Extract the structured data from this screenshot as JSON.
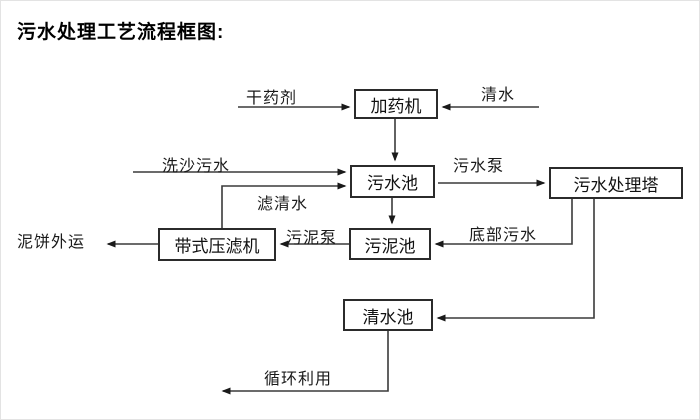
{
  "title": "污水处理工艺流程框图:",
  "nodes": {
    "dosing_machine": {
      "label": "加药机"
    },
    "sewage_pool": {
      "label": "污水池"
    },
    "treatment_tower": {
      "label": "污水处理塔"
    },
    "belt_filter_press": {
      "label": "带式压滤机"
    },
    "sludge_pool": {
      "label": "污泥池"
    },
    "clean_water_pool": {
      "label": "清水池"
    }
  },
  "flow_labels": {
    "dry_chemical": "干药剂",
    "clean_water": "清水",
    "sand_wash_sewage": "洗沙污水",
    "sewage_pump": "污水泵",
    "filtered_water": "滤清水",
    "sludge_pump": "污泥泵",
    "bottom_sewage": "底部污水",
    "mud_cake_outbound": "泥饼外运",
    "recycling": "循环利用"
  },
  "colors": {
    "background": "#ffffff",
    "line": "#3a3a3a",
    "box_border": "#2b2b2b",
    "text": "#111111"
  }
}
